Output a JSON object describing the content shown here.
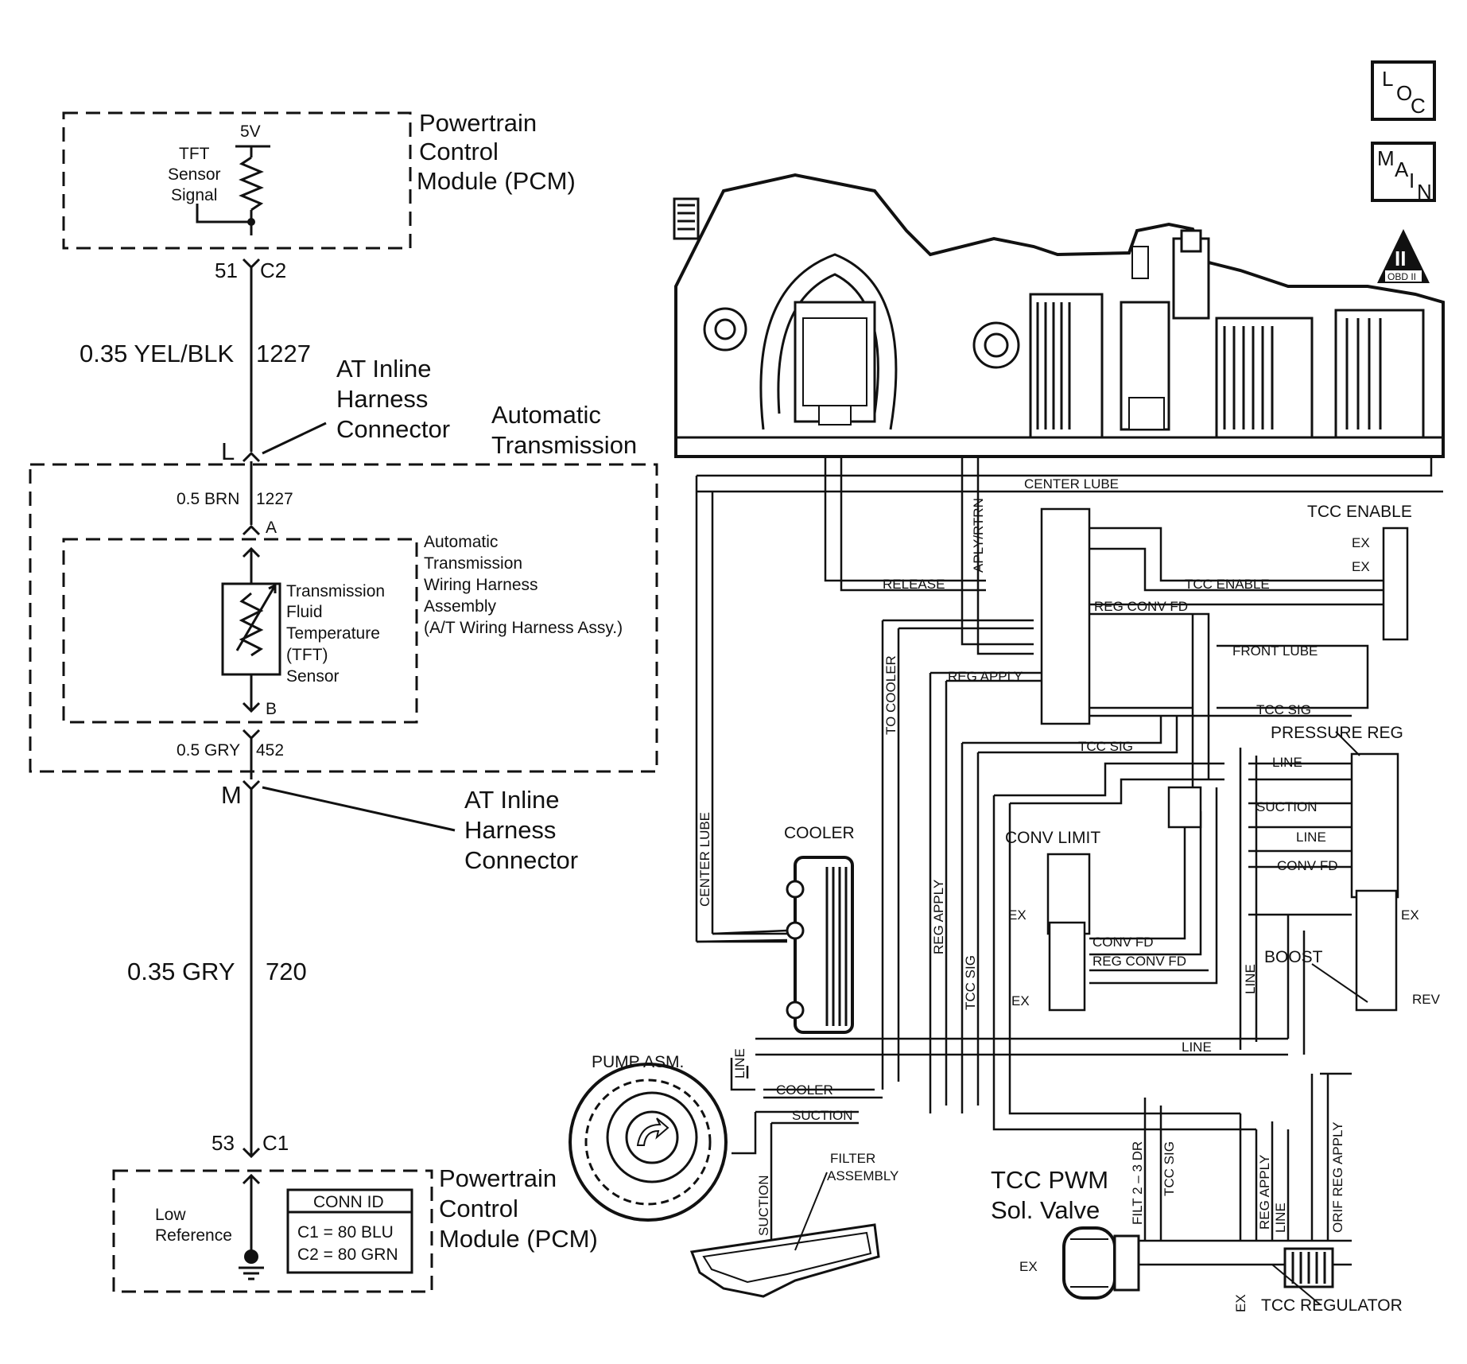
{
  "pcm_top": {
    "title_lines": [
      "Powertrain",
      "Control",
      "Module (PCM)"
    ],
    "voltage": "5V",
    "sensor_lines": [
      "TFT",
      "Sensor",
      "Signal"
    ],
    "pin": "51",
    "connector": "C2"
  },
  "wire_1": {
    "gauge_color": "0.35 YEL/BLK",
    "circuit": "1227"
  },
  "inline_connector_top": {
    "label_lines": [
      "AT Inline",
      "Harness",
      "Connector"
    ],
    "pin": "L"
  },
  "auto_trans": {
    "label_lines": [
      "Automatic",
      "Transmission"
    ]
  },
  "wire_2": {
    "gauge_color": "0.5 BRN",
    "circuit": "1227",
    "pin": "A"
  },
  "harness_assy": {
    "label_lines": [
      "Automatic",
      "Transmission",
      "Wiring Harness",
      "Assembly",
      "(A/T Wiring Harness Assy.)"
    ]
  },
  "tft_sensor": {
    "label_lines": [
      "Transmission",
      "Fluid",
      "Temperature",
      "(TFT)",
      "Sensor"
    ]
  },
  "wire_3": {
    "gauge_color": "0.5 GRY",
    "circuit": "452",
    "pin": "B"
  },
  "inline_connector_bottom": {
    "label_lines": [
      "AT Inline",
      "Harness",
      "Connector"
    ],
    "pin": "M"
  },
  "wire_4": {
    "gauge_color": "0.35 GRY",
    "circuit": "720"
  },
  "pcm_bottom": {
    "title_lines": [
      "Powertrain",
      "Control",
      "Module (PCM)"
    ],
    "pin": "53",
    "connector": "C1",
    "low_ref_lines": [
      "Low",
      "Reference"
    ],
    "conn_id_title": "CONN ID",
    "conn_id_rows": [
      "C1 = 80 BLU",
      "C2 = 80 GRN"
    ]
  },
  "nav_icons": {
    "loc": [
      "L",
      "O",
      "C"
    ],
    "main": [
      "M",
      "A",
      "I",
      "N"
    ],
    "obd": {
      "numeral": "II",
      "label": "OBD II"
    }
  },
  "hydraulic": {
    "passages": {
      "center_lube_top": "CENTER LUBE",
      "center_lube_vertical": "CENTER LUBE",
      "aply_rtrn": "APLY/RTRN",
      "release": "RELEASE",
      "tcc_enable_passage": "TCC ENABLE",
      "reg_conv_fd_top": "REG CONV FD",
      "front_lube": "FRONT LUBE",
      "reg_apply_top": "REG APPLY",
      "tcc_sig_right": "TCC SIG",
      "tcc_sig_mid": "TCC SIG",
      "to_cooler": "TO COOLER",
      "reg_apply_vertical": "REG APPLY",
      "tcc_sig_vertical": "TCC SIG",
      "conv_fd": "CONV FD",
      "reg_conv_fd_bottom": "REG CONV FD",
      "line_1": "LINE",
      "suction_reg": "SUCTION",
      "line_2": "LINE",
      "conv_fd_reg": "CONV FD",
      "line_vertical": "LINE",
      "line_horizontal": "LINE",
      "line_pump": "LINE",
      "cooler_passage": "COOLER",
      "suction_passage": "SUCTION",
      "suction_vertical": "SUCTION",
      "filt_2_3_dr": "FILT 2 – 3 DR",
      "tcc_sig_pwm": "TCC SIG",
      "reg_apply_bottom": "REG APPLY",
      "line_bottom": "LINE",
      "orif_reg_apply": "ORIF REG APPLY",
      "rev": "REV"
    },
    "components": {
      "tcc_enable": "TCC ENABLE",
      "pressure_reg": "PRESSURE REG",
      "conv_limit": "CONV LIMIT",
      "boost": "BOOST",
      "cooler": "COOLER",
      "pump": "PUMP ASM.",
      "filter_lines": [
        "FILTER",
        "ASSEMBLY"
      ],
      "tcc_pwm_lines": [
        "TCC PWM",
        "Sol. Valve"
      ],
      "tcc_regulator": "TCC REGULATOR"
    },
    "exhausts": [
      "EX",
      "EX",
      "EX",
      "EX",
      "EX",
      "EX",
      "EX"
    ]
  }
}
